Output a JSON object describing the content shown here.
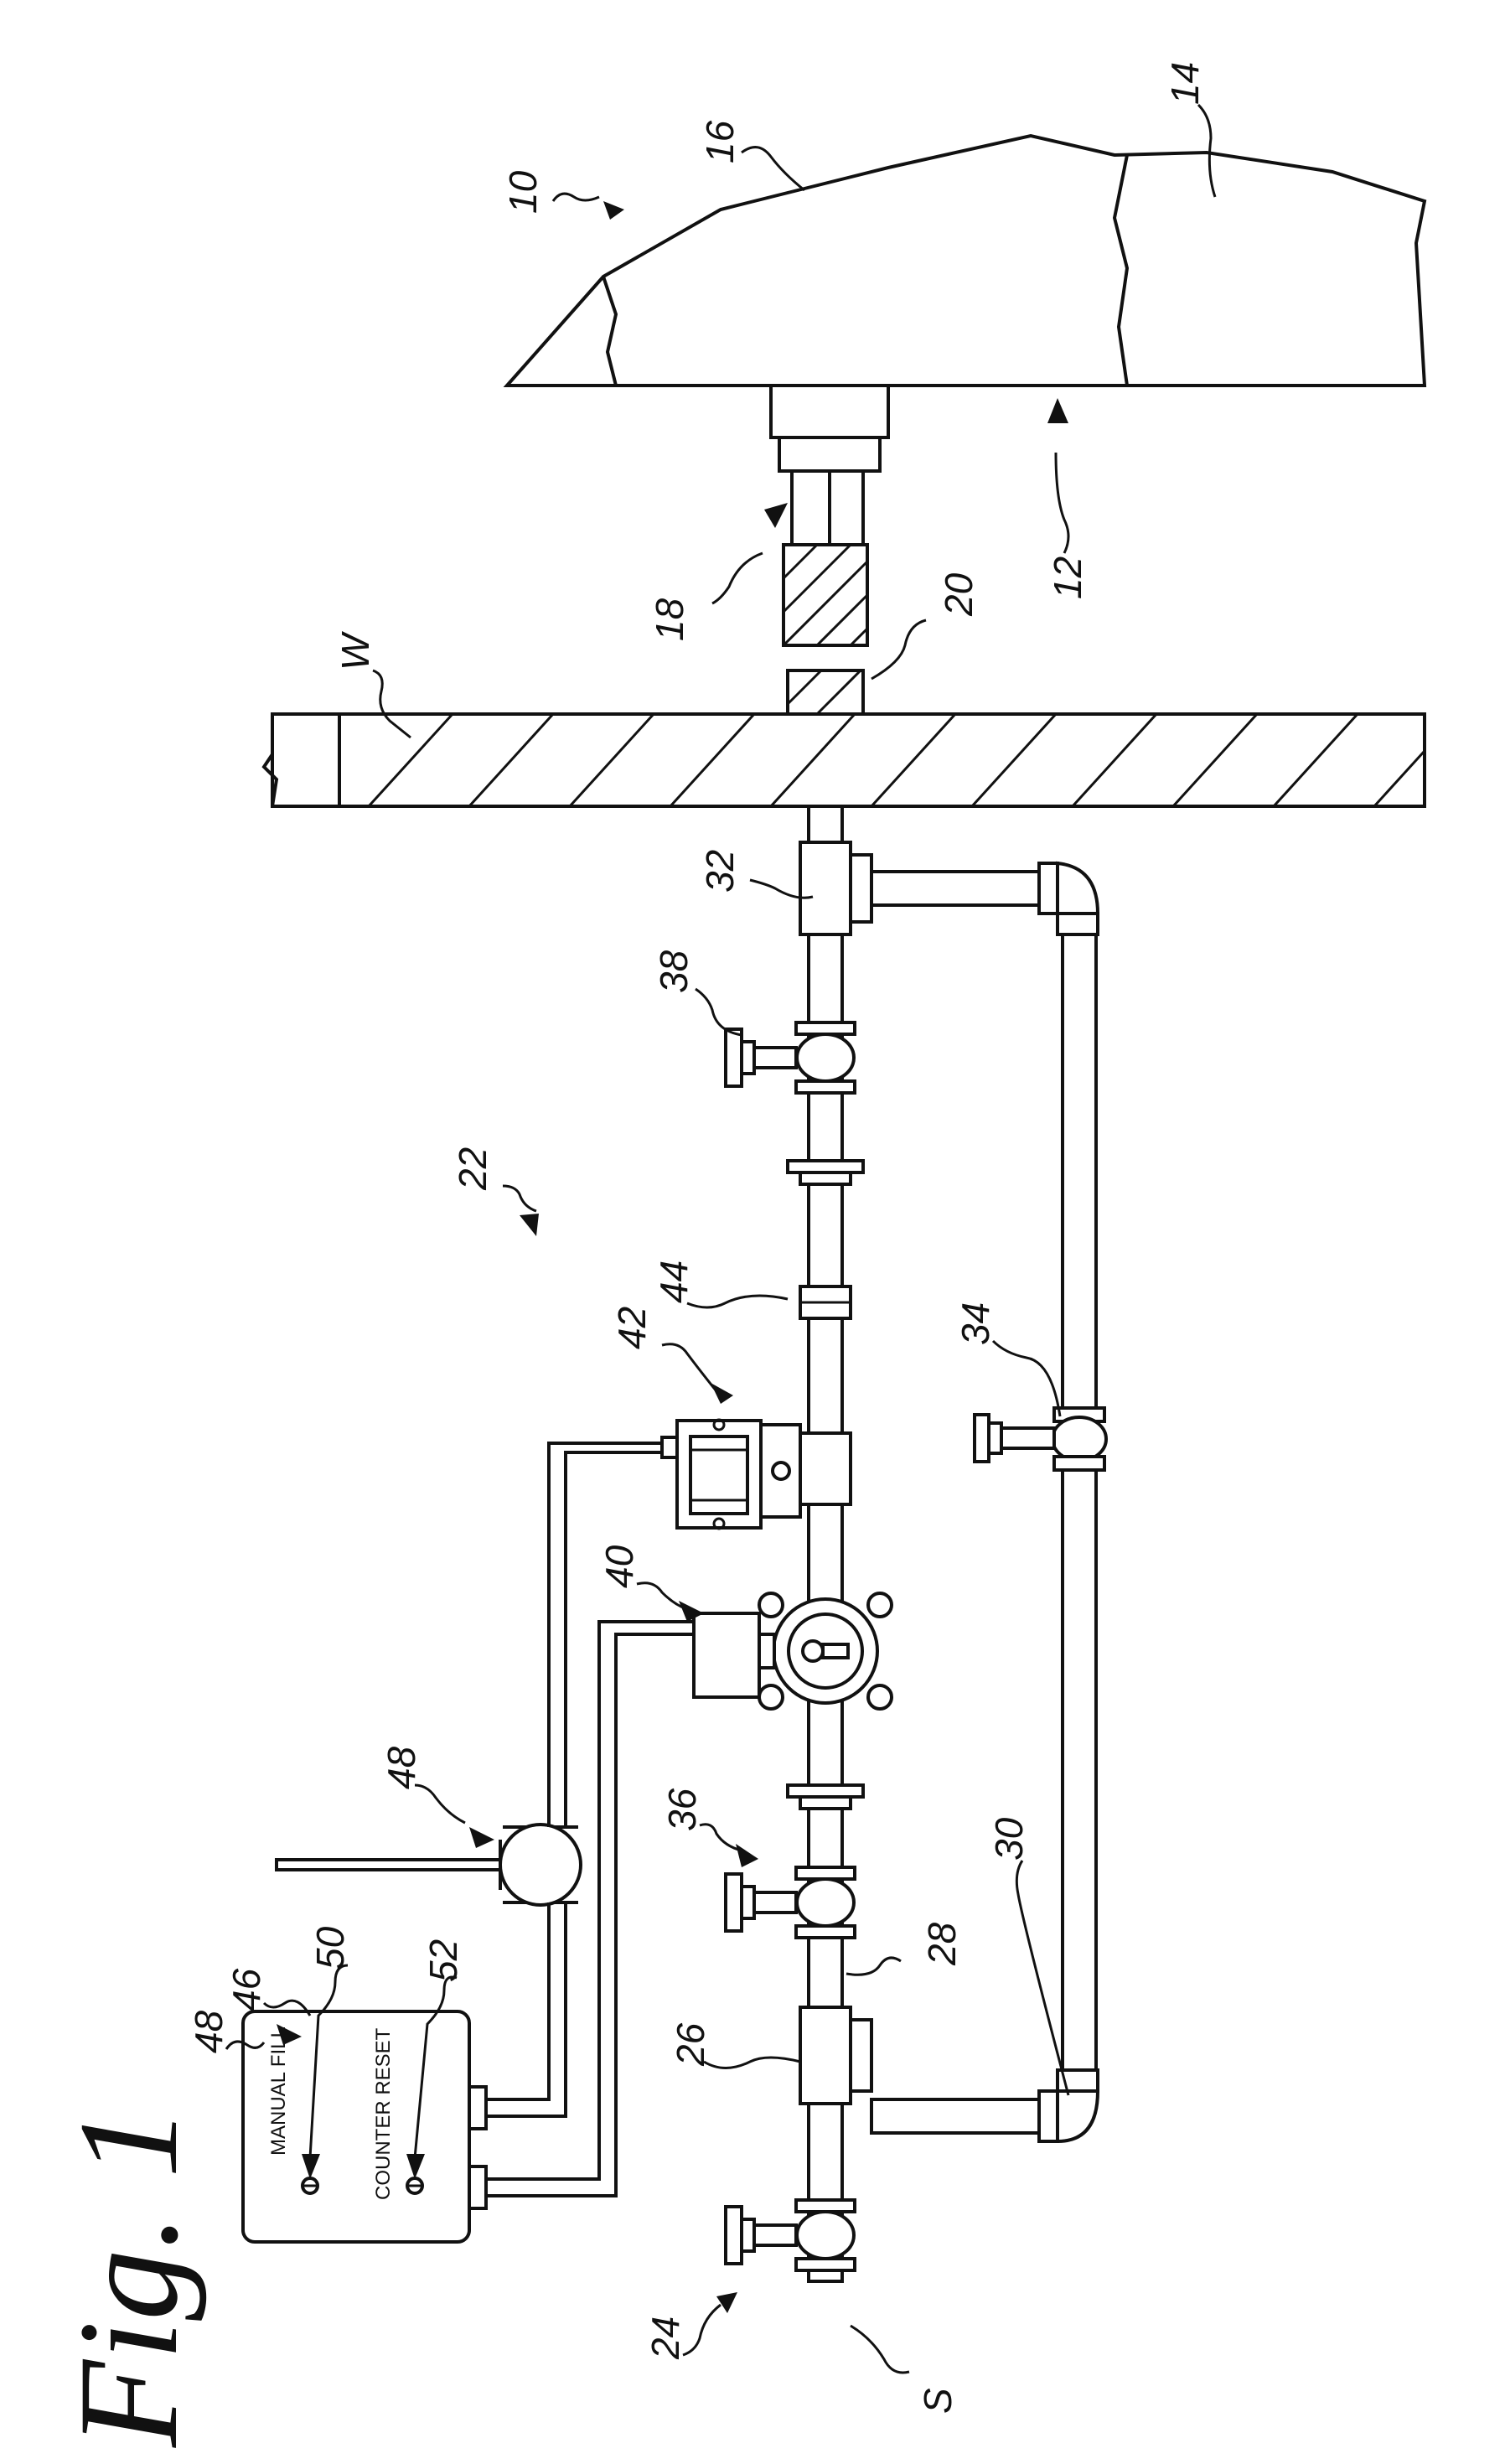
{
  "figure": {
    "title": "Fig. 1",
    "labels": {
      "l10": "10",
      "l12": "12",
      "l14": "14",
      "l16": "16",
      "l18": "18",
      "l20": "20",
      "lW": "W",
      "l22": "22",
      "l24": "24",
      "lS": "S",
      "l26": "26",
      "l28": "28",
      "l30": "30",
      "l32": "32",
      "l34": "34",
      "l36": "36",
      "l38": "38",
      "l40": "40",
      "l42": "42",
      "l44": "44",
      "l46": "46",
      "l48a": "48",
      "l48b": "48",
      "l50": "50",
      "l52": "52"
    },
    "control_box": {
      "manual_fill": "MANUAL FILL",
      "counter_reset": "COUNTER RESET"
    }
  }
}
